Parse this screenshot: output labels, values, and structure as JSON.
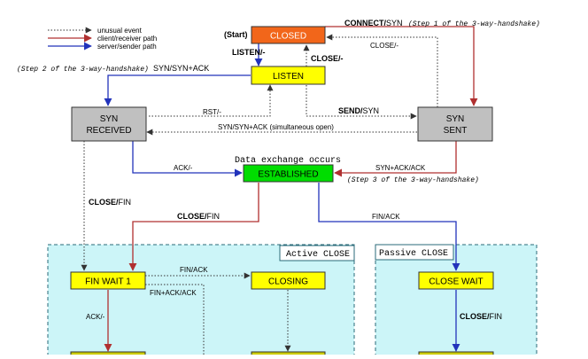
{
  "legend": {
    "items": [
      {
        "label": "unusual event",
        "color": "#333333",
        "style": "dotted"
      },
      {
        "label": "client/receiver path",
        "color": "#b03030",
        "style": "solid"
      },
      {
        "label": "server/sender path",
        "color": "#2233bb",
        "style": "solid"
      }
    ]
  },
  "states": {
    "closed": {
      "label": "CLOSED",
      "color": "#f2661a"
    },
    "listen": {
      "label": "LISTEN",
      "color": "#ffff00"
    },
    "syn_received": {
      "line1": "SYN",
      "line2": "RECEIVED",
      "color": "#c0c0c0"
    },
    "syn_sent": {
      "line1": "SYN",
      "line2": "SENT",
      "color": "#c0c0c0"
    },
    "established": {
      "label": "ESTABLISHED",
      "color": "#00dd00"
    },
    "fin_wait_1": {
      "label": "FIN WAIT 1",
      "color": "#ffff00"
    },
    "closing": {
      "label": "CLOSING",
      "color": "#ffff00"
    },
    "close_wait": {
      "label": "CLOSE WAIT",
      "color": "#ffff00"
    }
  },
  "labels": {
    "start": "(Start)",
    "connect_bold": "CONNECT/",
    "connect_rest": "SYN",
    "step1": "(Step 1 of the 3-way-handshake)",
    "step2": "(Step 2 of the 3-way-handshake)",
    "step3": "(Step 3 of the 3-way-handshake)",
    "listen_event": "LISTEN/-",
    "close_event": "CLOSE/-",
    "close_event2": "CLOSE/-",
    "syn_synack": "SYN/SYN+ACK",
    "rst": "RST/-",
    "send_bold": "SEND/",
    "send_rest": "SYN",
    "simultaneous": "SYN/SYN+ACK (simultaneous open)",
    "data_exchange": "Data exchange occurs",
    "ack_dash": "ACK/-",
    "synack_ack": "SYN+ACK/ACK",
    "close_fin_bold": "CLOSE/",
    "close_fin_rest": "FIN",
    "close_fin2_bold": "CLOSE/",
    "close_fin2_rest": "FIN",
    "close_fin3_bold": "CLOSE/",
    "close_fin3_rest": "FIN",
    "fin_ack": "FIN/ACK",
    "fin_ack2": "FIN/ACK",
    "fin_ack_ack": "FIN+ACK/ACK",
    "ack_dash2": "ACK/-",
    "active_close": "Active CLOSE",
    "passive_close": "Passive CLOSE"
  },
  "colors": {
    "client": "#b03030",
    "server": "#2233bb",
    "unusual": "#333333",
    "region_fill": "#ccf5f8",
    "region_border": "#2a6a78"
  }
}
